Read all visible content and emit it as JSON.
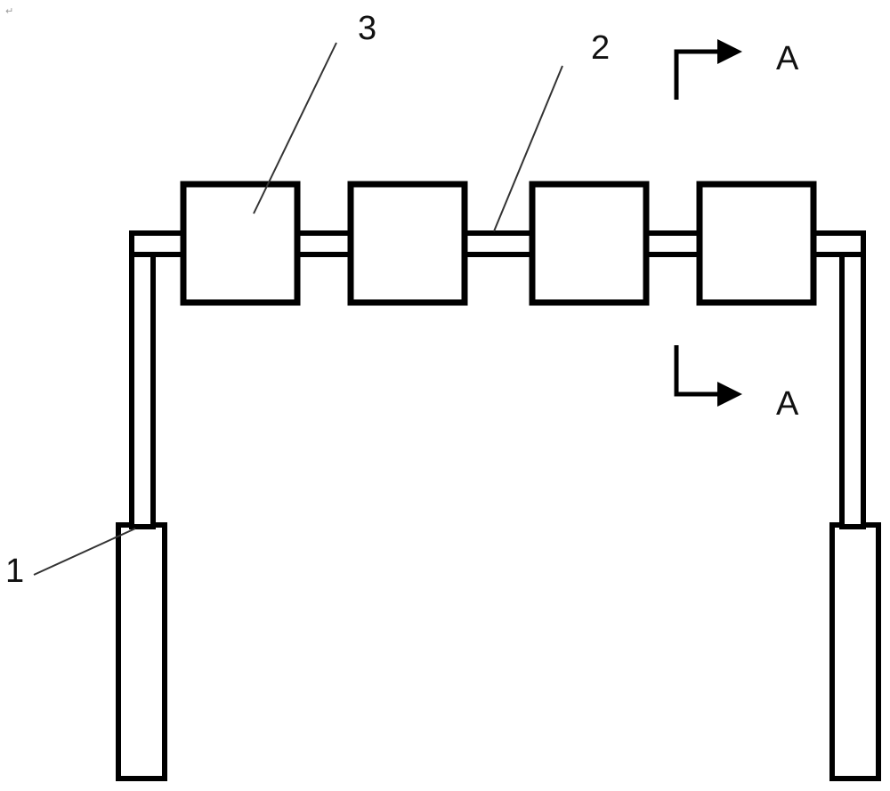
{
  "labels": {
    "part_1": "1",
    "part_2": "2",
    "part_3": "3",
    "section_top": "A",
    "section_bottom": "A",
    "return_mark": "↵"
  },
  "colors": {
    "stroke": "#000000",
    "background": "#ffffff",
    "label": "#111111"
  }
}
